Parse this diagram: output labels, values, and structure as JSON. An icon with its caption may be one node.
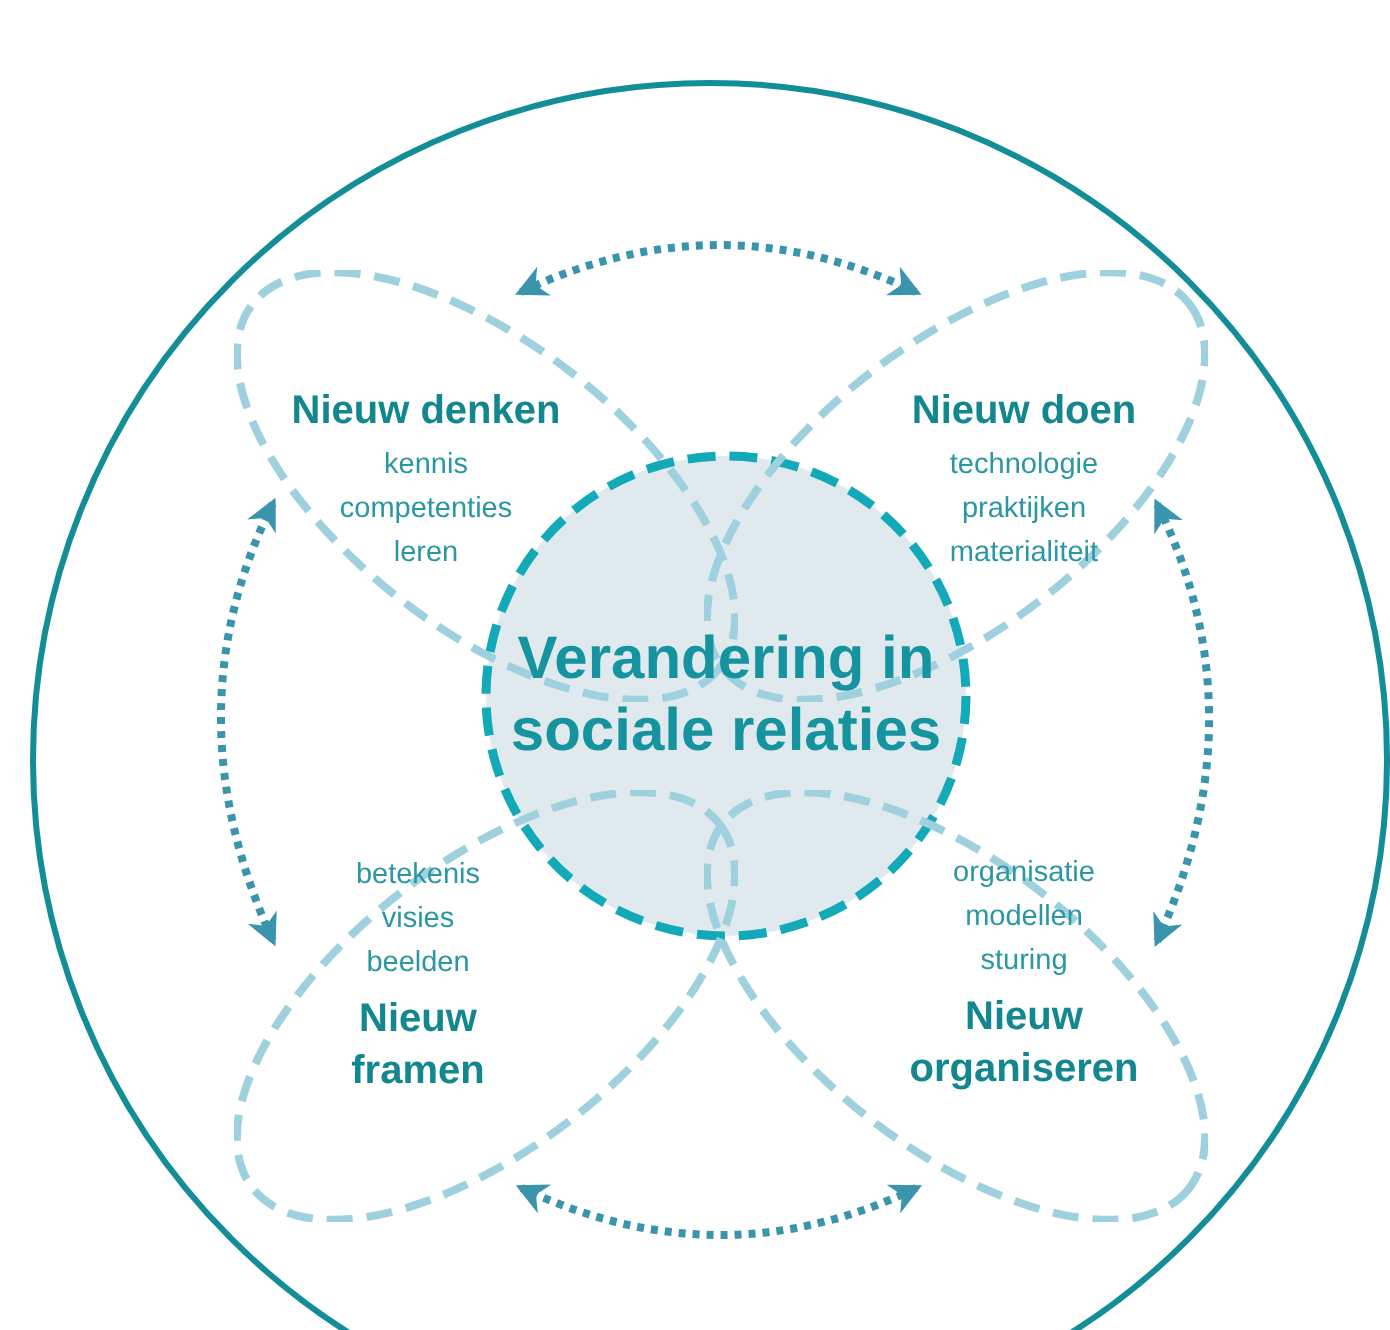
{
  "diagram": {
    "nodes": [
      {
        "text": [],
        "shape": "circle"
      },
      {
        "text": [
          "Nieuw denken",
          "kennis",
          "competenties",
          "leren"
        ],
        "in": 0
      },
      {
        "text": [
          "Nieuw doen",
          "technologie",
          "praktijken",
          "materialiteit"
        ],
        "in": 0
      },
      {
        "text": [
          "Verandering in sociale relaties"
        ],
        "in": 0
      },
      {
        "text": [
          "betekenis",
          "visies",
          "beelden",
          "Nieuw framen"
        ],
        "in": 0
      },
      {
        "text": [
          "organisatie",
          "modellen",
          "sturing",
          "Nieuw organiseren"
        ],
        "in": 0
      }
    ],
    "edges": [
      {
        "from": 1,
        "to": 2,
        "arrow": "both"
      },
      {
        "from": 2,
        "to": 5,
        "arrow": "both"
      },
      {
        "from": 5,
        "to": 4,
        "arrow": "both"
      },
      {
        "from": 4,
        "to": 1,
        "arrow": "both"
      }
    ]
  }
}
